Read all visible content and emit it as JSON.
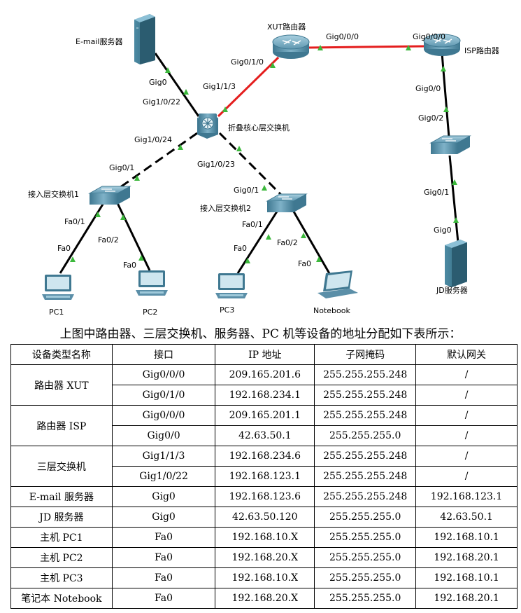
{
  "diagram": {
    "devices": {
      "email_server": "E-mail服务器",
      "xut_router": "XUT路由器",
      "isp_router": "ISP路由器",
      "core_switch": "折叠核心层交换机",
      "access_switch_1": "接入层交换机1",
      "access_switch_2": "接入层交换机2",
      "pc1": "PC1",
      "pc2": "PC2",
      "pc3": "PC3",
      "notebook": "Notebook",
      "jd_server": "JD服务器"
    },
    "ports": {
      "xut_gig0_0_0": "Gig0/0/0",
      "isp_gig0_0_0": "Gig0/0/0",
      "xut_gig0_1_0": "Gig0/1/0",
      "core_gig1_1_3": "Gig1/1/3",
      "email_gig0": "Gig0",
      "core_gig1_0_22": "Gig1/0/22",
      "core_gig1_0_24": "Gig1/0/24",
      "sw1_gig0_1": "Gig0/1",
      "core_gig1_0_23": "Gig1/0/23",
      "sw2_gig0_1": "Gig0/1",
      "sw1_fa0_1": "Fa0/1",
      "pc1_fa0": "Fa0",
      "sw1_fa0_2": "Fa0/2",
      "pc2_fa0": "Fa0",
      "sw2_fa0_1": "Fa0/1",
      "pc3_fa0": "Fa0",
      "sw2_fa0_2": "Fa0/2",
      "notebook_fa0": "Fa0",
      "isp_gig0_0": "Gig0/0",
      "ispsw_gig0_2": "Gig0/2",
      "ispsw_gig0_1": "Gig0/1",
      "jd_gig0": "Gig0"
    },
    "colors": {
      "router_link": "#e41e1e",
      "copper_link": "#000000",
      "link_up": "#3cb83c",
      "device_blue": "#5b8fa8"
    }
  },
  "caption": "上图中路由器、三层交换机、服务器、PC 机等设备的地址分配如下表所示：",
  "table": {
    "headers": [
      "设备类型名称",
      "接口",
      "IP 地址",
      "子网掩码",
      "默认网关"
    ],
    "rows": [
      [
        "路由器 XUT",
        "Gig0/0/0",
        "209.165.201.6",
        "255.255.255.248",
        "/"
      ],
      [
        "",
        "Gig0/1/0",
        "192.168.234.1",
        "255.255.255.248",
        "/"
      ],
      [
        "路由器 ISP",
        "Gig0/0/0",
        "209.165.201.1",
        "255.255.255.248",
        "/"
      ],
      [
        "",
        "Gig0/0",
        "42.63.50.1",
        "255.255.255.0",
        "/"
      ],
      [
        "三层交换机",
        "Gig1/1/3",
        "192.168.234.6",
        "255.255.255.248",
        "/"
      ],
      [
        "",
        "Gig1/0/22",
        "192.168.123.1",
        "255.255.255.248",
        "/"
      ],
      [
        "E-mail 服务器",
        "Gig0",
        "192.168.123.6",
        "255.255.255.248",
        "192.168.123.1"
      ],
      [
        "JD 服务器",
        "Gig0",
        "42.63.50.120",
        "255.255.255.0",
        "42.63.50.1"
      ],
      [
        "主机 PC1",
        "Fa0",
        "192.168.10.X",
        "255.255.255.0",
        "192.168.10.1"
      ],
      [
        "主机 PC2",
        "Fa0",
        "192.168.20.X",
        "255.255.255.0",
        "192.168.20.1"
      ],
      [
        "主机 PC3",
        "Fa0",
        "192.168.10.X",
        "255.255.255.0",
        "192.168.10.1"
      ],
      [
        "笔记本 Notebook",
        "Fa0",
        "192.168.20.X",
        "255.255.255.0",
        "192.168.20.1"
      ]
    ]
  }
}
